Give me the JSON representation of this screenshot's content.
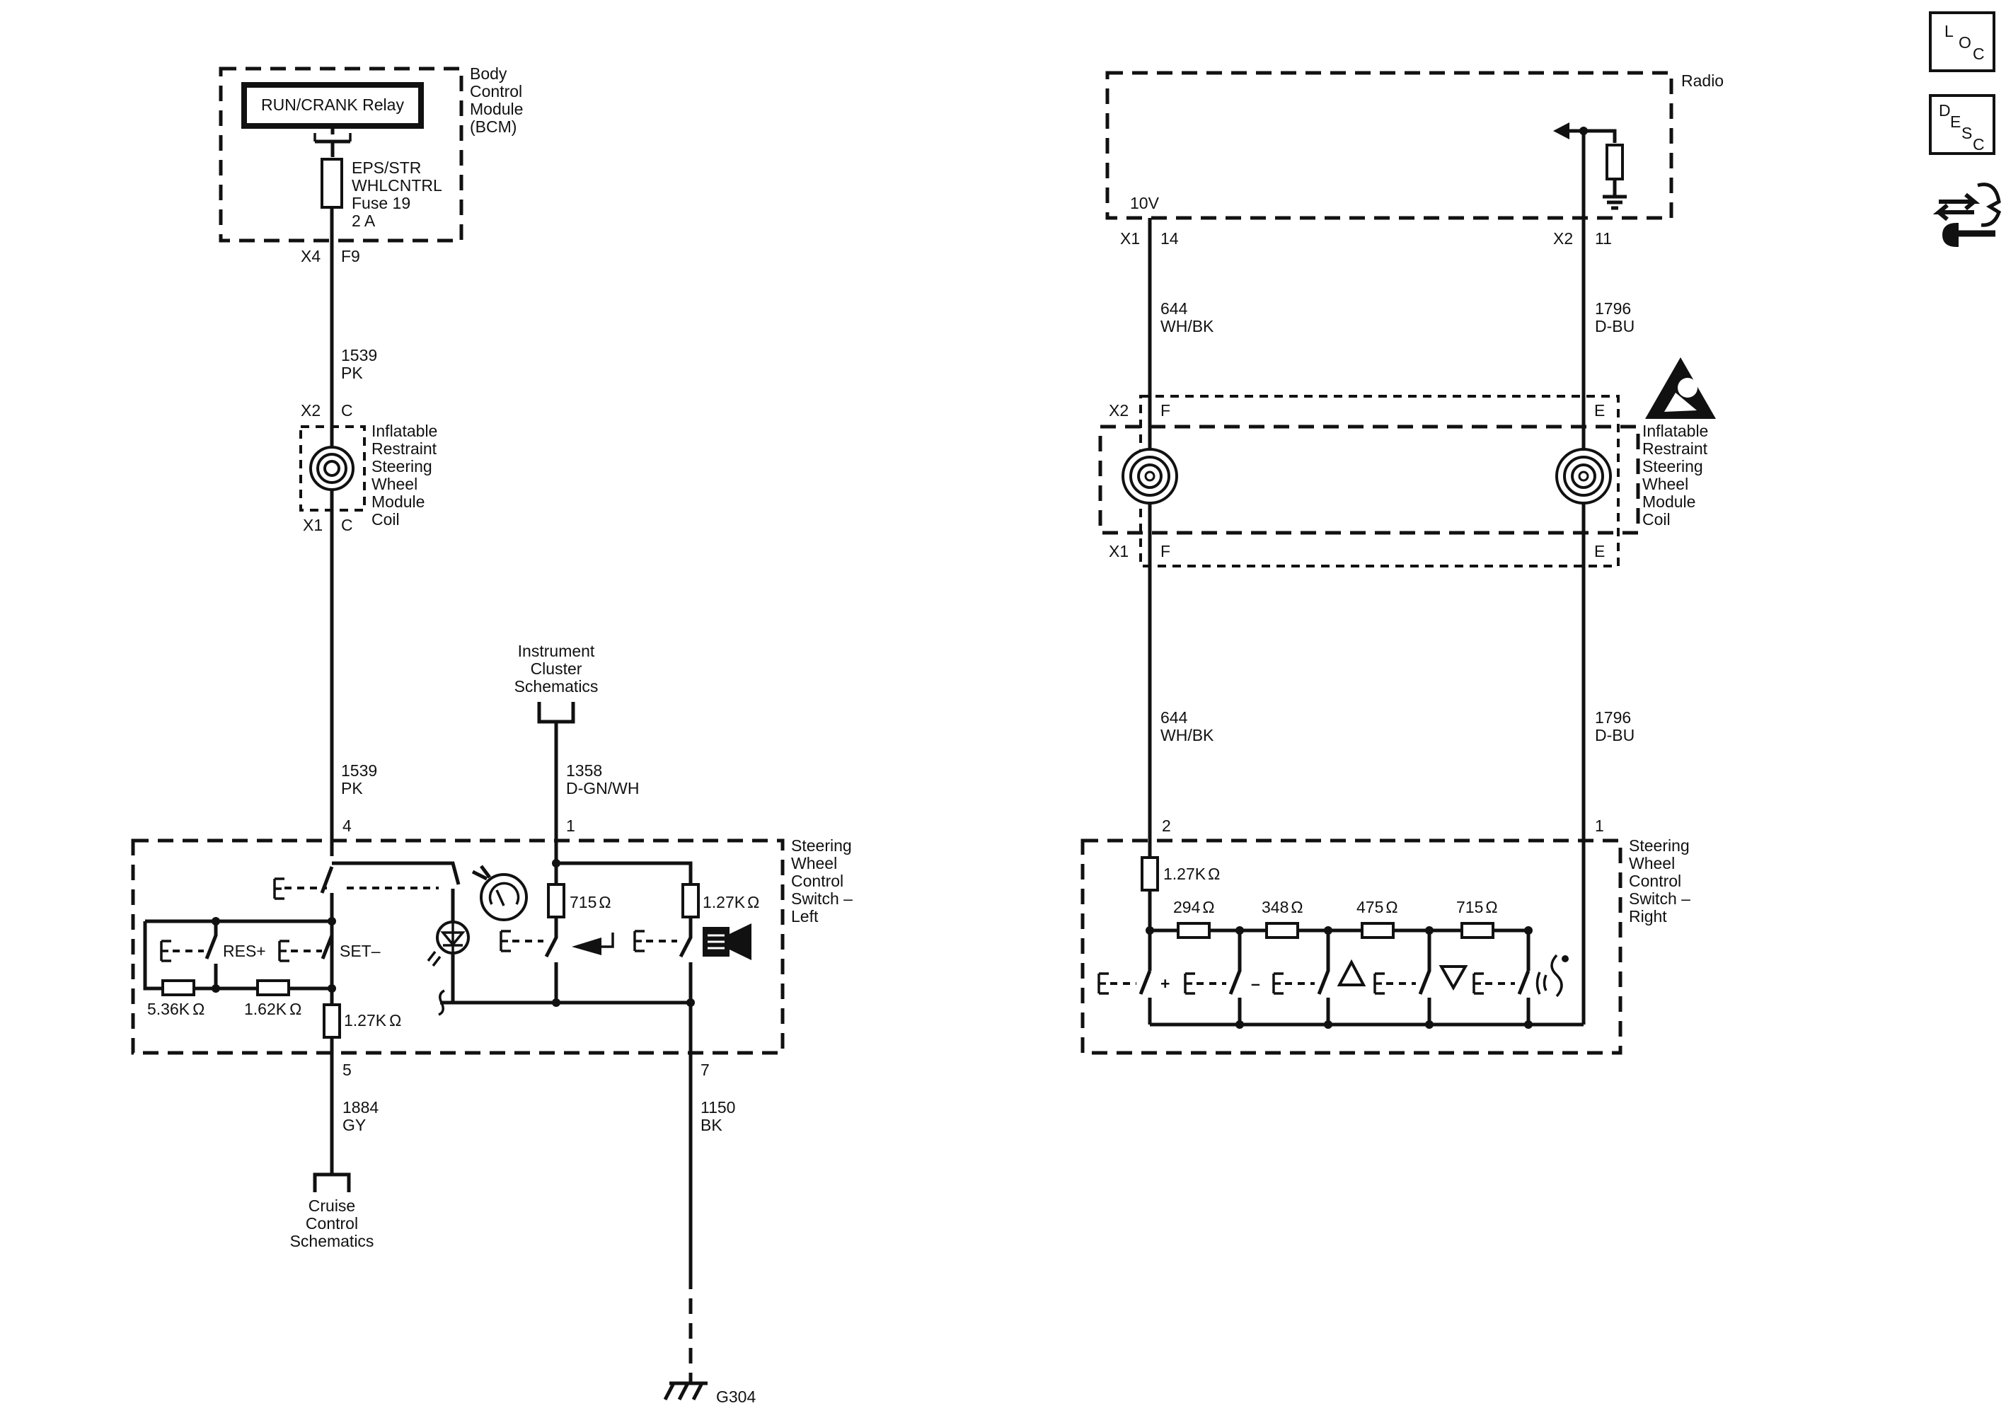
{
  "left": {
    "bcm": {
      "relay": "RUN/CRANK Relay",
      "label": [
        "Body",
        "Control",
        "Module",
        "(BCM)"
      ],
      "fuse": [
        "EPS/STR",
        "WHLCNTRL",
        "Fuse 19",
        "2 A"
      ]
    },
    "conn_x4": "X4",
    "conn_x4_pin": "F9",
    "wire_top": {
      "circuit": "1539",
      "color": "PK"
    },
    "coil_conn_top": "X2",
    "coil_pin_top": "C",
    "coil_conn_bottom": "X1",
    "coil_pin_bottom": "C",
    "coil_label": [
      "Inflatable",
      "Restraint",
      "Steering",
      "Wheel",
      "Module",
      "Coil"
    ],
    "wire_mid": {
      "circuit": "1539",
      "color": "PK"
    },
    "instrument_label": [
      "Instrument",
      "Cluster",
      "Schematics"
    ],
    "wire_ic": {
      "circuit": "1358",
      "color": "D-GN/WH"
    },
    "pin4": "4",
    "pin1": "1",
    "pin5": "5",
    "pin7": "7",
    "switch_label": [
      "Steering",
      "Wheel",
      "Control",
      "Switch –",
      "Left"
    ],
    "res_label": "RES+",
    "set_label": "SET–",
    "r1": "5.36K",
    "r2": "1.62K",
    "r3": "1.27K",
    "r4": "715",
    "r5": "1.27K",
    "ohm": "Ω",
    "wire_cruise": {
      "circuit": "1884",
      "color": "GY"
    },
    "wire_ground": {
      "circuit": "1150",
      "color": "BK"
    },
    "cruise_label": [
      "Cruise",
      "Control",
      "Schematics"
    ],
    "ground": "G304"
  },
  "right": {
    "radio": "Radio",
    "voltage": "10V",
    "conn_a": "X1",
    "pin_a": "14",
    "conn_b": "X2",
    "pin_b": "11",
    "wire_a": {
      "circuit": "644",
      "color": "WH/BK"
    },
    "wire_b": {
      "circuit": "1796",
      "color": "D-BU"
    },
    "coil_x2": "X2",
    "coil_x1": "X1",
    "pin_f": "F",
    "pin_e": "E",
    "coil_label": [
      "Inflatable",
      "Restraint",
      "Steering",
      "Wheel",
      "Module",
      "Coil"
    ],
    "wire_a2": {
      "circuit": "644",
      "color": "WH/BK"
    },
    "wire_b2": {
      "circuit": "1796",
      "color": "D-BU"
    },
    "pin2": "2",
    "pin1": "1",
    "switch_label": [
      "Steering",
      "Wheel",
      "Control",
      "Switch –",
      "Right"
    ],
    "r_main": "1.27K",
    "r294": "294",
    "r348": "348",
    "r475": "475",
    "r715": "715",
    "ohm": "Ω",
    "plus": "+",
    "minus": "–"
  },
  "nav": {
    "loc_icon": [
      "L",
      "O",
      "C"
    ],
    "desc_icon": [
      "D",
      "E",
      "S",
      "C"
    ]
  }
}
